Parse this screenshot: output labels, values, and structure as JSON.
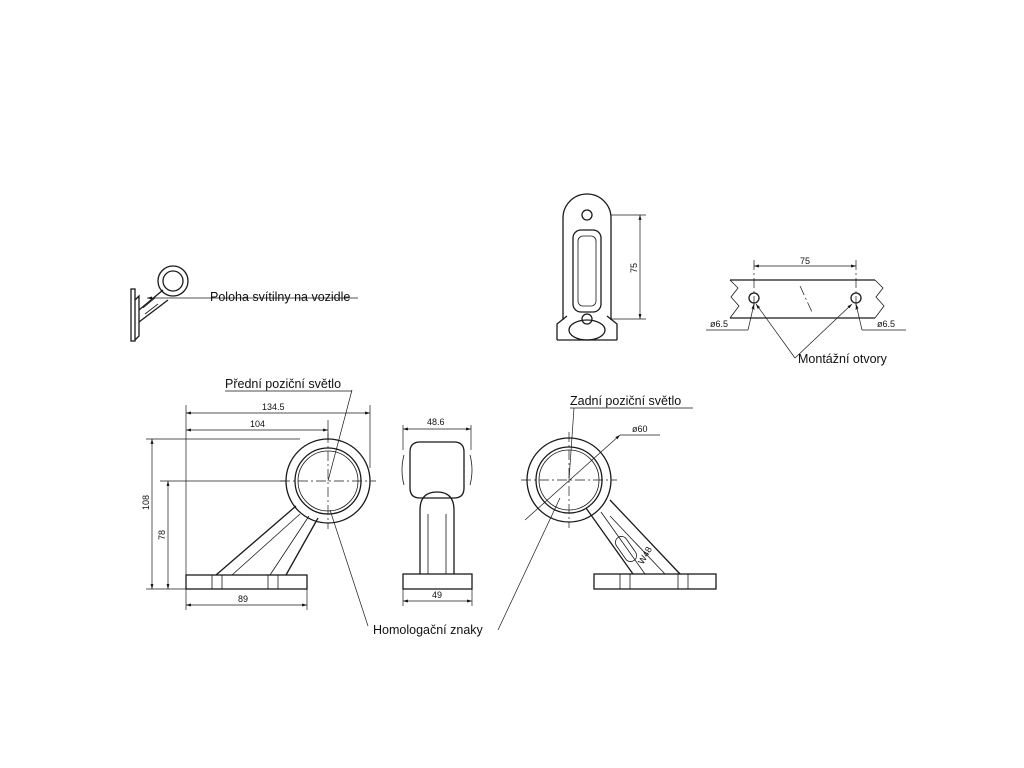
{
  "labels": {
    "vehicle_position": "Poloha svítilny na vozidle",
    "front_light": "Přední poziční světlo",
    "rear_light": "Zadní poziční světlo",
    "mounting_holes": "Montážní otvory",
    "homologation": "Homologační znaky",
    "stamp": "W48"
  },
  "dimensions": {
    "front_width_total": "134.5",
    "front_width": "104",
    "front_height_total": "108",
    "front_height": "78",
    "base_length": "89",
    "side_width_top": "48.6",
    "side_width_base": "49",
    "lens_diameter": "ø60",
    "hole_spacing": "75",
    "hole_diameter_left": "ø6.5",
    "hole_diameter_right": "ø6.5",
    "plate_height": "75"
  }
}
